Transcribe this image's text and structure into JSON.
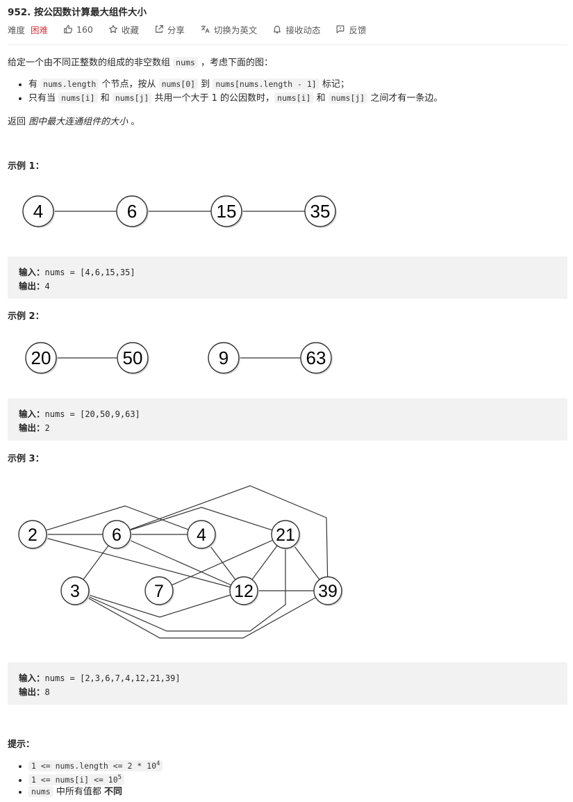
{
  "problem": {
    "title": "952. 按公因数计算最大组件大小",
    "difficulty_label": "难度",
    "difficulty_value": "困难",
    "likes": "160",
    "favorite": "收藏",
    "share": "分享",
    "switch_lang": "切换为英文",
    "notify": "接收动态",
    "feedback": "反馈"
  },
  "description": {
    "intro_pre": "给定一个由不同正整数的组成的非空数组 ",
    "intro_code": "nums",
    "intro_post": " ，考虑下面的图：",
    "b1_a": "有 ",
    "b1_code1": "nums.length",
    "b1_b": " 个节点，按从 ",
    "b1_code2": "nums[0]",
    "b1_c": " 到 ",
    "b1_code3": "nums[nums.length - 1]",
    "b1_d": " 标记；",
    "b2_a": "只有当 ",
    "b2_code1": "nums[i]",
    "b2_b": " 和 ",
    "b2_code2": "nums[j]",
    "b2_c": " 共用一个大于 1 的公因数时，",
    "b2_code3": "nums[i]",
    "b2_d": " 和 ",
    "b2_code4": "nums[j]",
    "b2_e": " 之间才有一条边。",
    "return_pre": "返回 ",
    "return_em": "图中最大连通组件的大小",
    "return_post": " 。"
  },
  "examples": [
    {
      "label": "示例 1：",
      "input_label": "输入：",
      "input_value": "nums = [4,6,15,35]",
      "output_label": "输出：",
      "output_value": "4",
      "nodes": [
        "4",
        "6",
        "15",
        "35"
      ]
    },
    {
      "label": "示例 2：",
      "input_label": "输入：",
      "input_value": "nums = [20,50,9,63]",
      "output_label": "输出：",
      "output_value": "2",
      "nodes": [
        "20",
        "50",
        "9",
        "63"
      ]
    },
    {
      "label": "示例 3：",
      "input_label": "输入：",
      "input_value": "nums = [2,3,6,7,4,12,21,39]",
      "output_label": "输出：",
      "output_value": "8",
      "nodes": [
        "2",
        "6",
        "4",
        "21",
        "3",
        "7",
        "12",
        "39"
      ]
    }
  ],
  "hints": {
    "label": "提示：",
    "h1_code": "1 <= nums.length <= 2 * 10",
    "h1_sup": "4",
    "h2_code": "1 <= nums[i] <= 10",
    "h2_sup": "5",
    "h3_code": "nums",
    "h3_text": " 中所有值都 ",
    "h3_bold": "不同"
  }
}
